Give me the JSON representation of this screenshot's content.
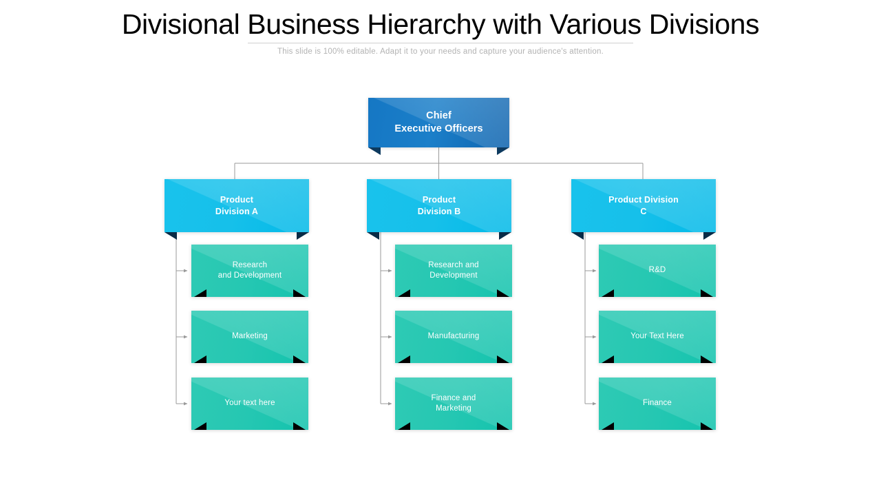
{
  "header": {
    "title": "Divisional Business Hierarchy with Various Divisions",
    "subtitle": "This slide is 100% editable. Adapt it to your needs and capture your audience's attention."
  },
  "colors": {
    "ceo": "#1478c5",
    "division": "#17c0ea",
    "child": "#22c6b1",
    "connector": "#9a9a9a",
    "title_text": "#000000",
    "subtitle_text": "#b2b2b2",
    "node_text": "#ffffff"
  },
  "chart_data": {
    "type": "diagram",
    "diagram_kind": "organizational-hierarchy",
    "title": "Divisional Business Hierarchy with Various Divisions",
    "root": {
      "id": "ceo",
      "label": "Chief\nExecutive Officers"
    },
    "levels": 3,
    "branches": [
      {
        "id": "division-a",
        "label": "Product\nDivision A",
        "children": [
          {
            "id": "a-1",
            "label": "Research\nand Development"
          },
          {
            "id": "a-2",
            "label": "Marketing"
          },
          {
            "id": "a-3",
            "label": "Your text here"
          }
        ]
      },
      {
        "id": "division-b",
        "label": "Product\nDivision B",
        "children": [
          {
            "id": "b-1",
            "label": "Research and\nDevelopment"
          },
          {
            "id": "b-2",
            "label": "Manufacturing"
          },
          {
            "id": "b-3",
            "label": "Finance and\nMarketing"
          }
        ]
      },
      {
        "id": "division-c",
        "label": "Product Division\nC",
        "children": [
          {
            "id": "c-1",
            "label": "R&D"
          },
          {
            "id": "c-2",
            "label": "Your Text Here"
          },
          {
            "id": "c-3",
            "label": "Finance"
          }
        ]
      }
    ]
  }
}
